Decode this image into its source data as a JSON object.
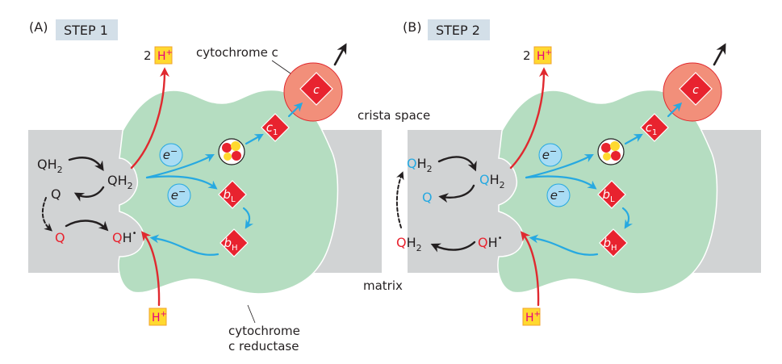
{
  "colors": {
    "membrane": "#d1d3d4",
    "protein": "#b5ddc1",
    "electron_arrow": "#27a9e1",
    "proton_arrow": "#e0292f",
    "heme_red": "#e8232f",
    "cytc_sphere": "#f28f7a",
    "proton_box": "#ffd92f",
    "proton_text": "#e6007e",
    "electron_circle": "#a9dcf4",
    "step_tag": "#d3dfe8",
    "q_red": "#e8232f",
    "q_blue": "#27a9e1",
    "text": "#231f20"
  },
  "labels": {
    "crista_space": "crista space",
    "matrix": "matrix",
    "cytochrome_c": "cytochrome c",
    "reductase_line1": "cytochrome",
    "reductase_line2": "c reductase"
  },
  "panels": [
    {
      "letter": "(A)",
      "step": "STEP 1",
      "proton_out_count": "2",
      "proton": "H",
      "proton_charge": "+",
      "electron": "e",
      "electron_charge": "−",
      "hemes": {
        "bL": "b",
        "bL_sub": "L",
        "bH": "b",
        "bH_sub": "H",
        "c1": "c",
        "c1_sub": "1",
        "c": "c"
      },
      "quinones": {
        "pool_qh2": {
          "q": "Q",
          "rest": "H",
          "sub": "2",
          "q_color": "text"
        },
        "site_qh2": {
          "q": "Q",
          "rest": "H",
          "sub": "2",
          "q_color": "text"
        },
        "released_q": {
          "q": "Q",
          "rest": "",
          "sub": "",
          "q_color": "text"
        },
        "bottom_left": {
          "q": "Q",
          "rest": "",
          "sub": "",
          "q_color": "q_red"
        },
        "semiquinone": {
          "q": "Q",
          "rest": "H",
          "dot": "•",
          "q_color": "q_red"
        }
      }
    },
    {
      "letter": "(B)",
      "step": "STEP 2",
      "proton_out_count": "2",
      "proton": "H",
      "proton_charge": "+",
      "electron": "e",
      "electron_charge": "−",
      "hemes": {
        "bL": "b",
        "bL_sub": "L",
        "bH": "b",
        "bH_sub": "H",
        "c1": "c",
        "c1_sub": "1",
        "c": "c"
      },
      "quinones": {
        "pool_qh2": {
          "q": "Q",
          "rest": "H",
          "sub": "2",
          "q_color": "q_blue"
        },
        "site_qh2": {
          "q": "Q",
          "rest": "H",
          "sub": "2",
          "q_color": "q_blue"
        },
        "released_q": {
          "q": "Q",
          "rest": "",
          "sub": "",
          "q_color": "q_blue"
        },
        "bottom_left": {
          "q": "Q",
          "rest": "H",
          "sub": "2",
          "q_color": "q_red"
        },
        "semiquinone": {
          "q": "Q",
          "rest": "H",
          "dot": "•",
          "q_color": "q_red"
        }
      }
    }
  ]
}
